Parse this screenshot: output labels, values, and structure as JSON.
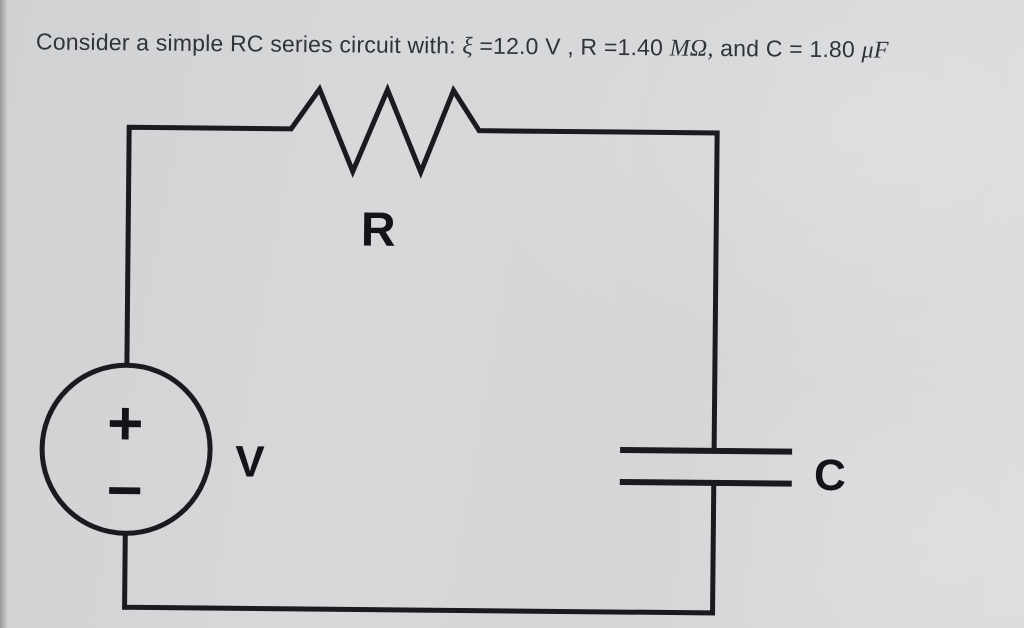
{
  "problem": {
    "prefix": "Consider a simple RC series circuit with: ",
    "emf_symbol": "ξ",
    "segment_1": " =12.0 V , R =1.40 ",
    "resistance_unit": "MΩ,",
    "segment_2": " and C = 1.80 ",
    "capacitance_unit": "μF"
  },
  "circuit": {
    "resistor_label": "R",
    "source_label": "V",
    "capacitor_label": "C",
    "source_plus": "+",
    "source_minus": "−"
  },
  "colors": {
    "ink": "#1a1a1f",
    "paper": "#d6d7d9",
    "text": "#2f333a"
  }
}
